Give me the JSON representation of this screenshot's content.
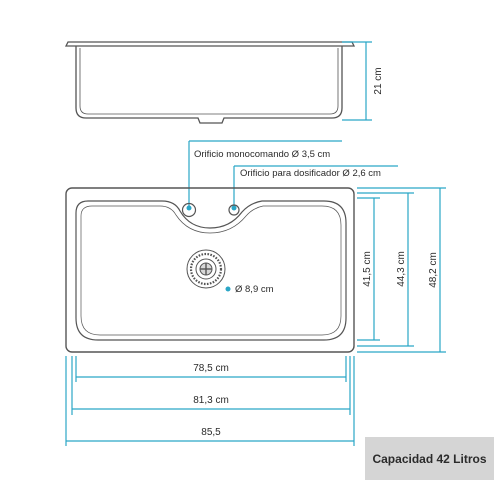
{
  "labels": {
    "side_depth": "21 cm",
    "monocommand_hole": "Orificio monocomando Ø 3,5 cm",
    "dispenser_hole": "Orificio para dosificador Ø 2,6 cm",
    "drain_diameter": "Ø 8,9 cm",
    "inner_length": "78,5 cm",
    "mid_length": "81,3 cm",
    "outer_length": "85,5",
    "inner_width": "41,5 cm",
    "mid_width": "44,3 cm",
    "outer_width": "48,2 cm",
    "capacity": "Capacidad 42 Litros"
  },
  "colors": {
    "dimension_lines": "#2aa6c6",
    "outline": "#555555",
    "capacity_box": "#d5d5d5"
  }
}
